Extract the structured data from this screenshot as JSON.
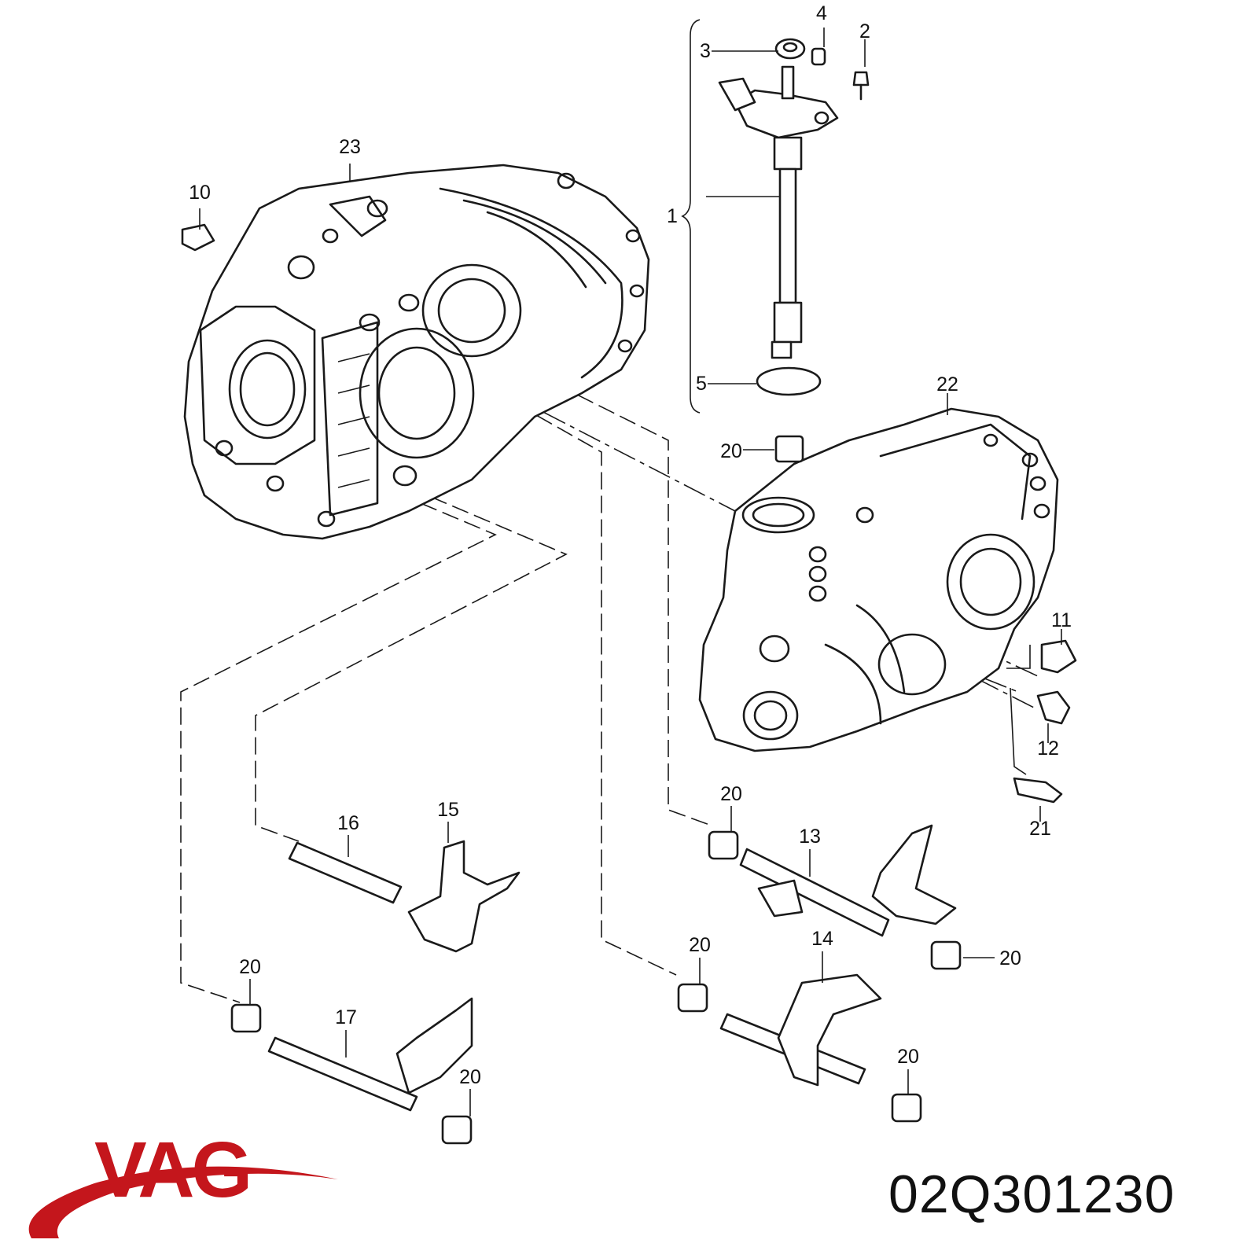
{
  "brand": {
    "name": "VAG",
    "color": "#c4161c"
  },
  "part_number": "02Q301230",
  "callouts": {
    "c1": "1",
    "c2": "2",
    "c3": "3",
    "c4": "4",
    "c5": "5",
    "c10": "10",
    "c11": "11",
    "c12": "12",
    "c13": "13",
    "c14": "14",
    "c15": "15",
    "c16": "16",
    "c17": "17",
    "c20a": "20",
    "c20b": "20",
    "c20c": "20",
    "c20d": "20",
    "c20e": "20",
    "c20f": "20",
    "c20g": "20",
    "c21": "21",
    "c22": "22",
    "c23": "23"
  }
}
